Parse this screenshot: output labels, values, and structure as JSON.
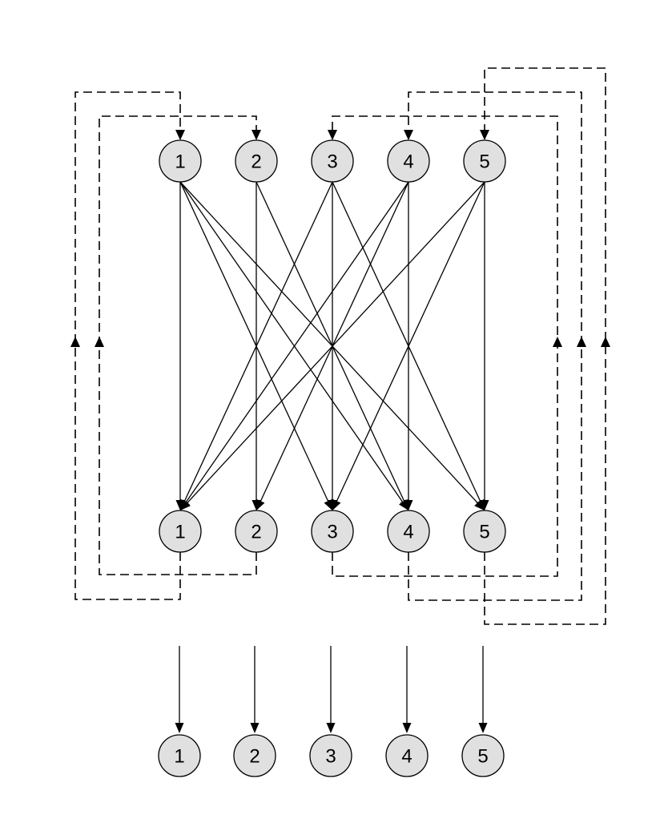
{
  "diagram": {
    "top_nodes": [
      "1",
      "2",
      "3",
      "4",
      "5"
    ],
    "middle_nodes": [
      "1",
      "2",
      "3",
      "4",
      "5"
    ],
    "bottom_nodes": [
      "1",
      "2",
      "3",
      "4",
      "5"
    ],
    "edges": [
      {
        "from": "1",
        "to": "1"
      },
      {
        "from": "1",
        "to": "3"
      },
      {
        "from": "1",
        "to": "4"
      },
      {
        "from": "1",
        "to": "5"
      },
      {
        "from": "2",
        "to": "2"
      },
      {
        "from": "2",
        "to": "4"
      },
      {
        "from": "3",
        "to": "1"
      },
      {
        "from": "3",
        "to": "3"
      },
      {
        "from": "3",
        "to": "5"
      },
      {
        "from": "4",
        "to": "1"
      },
      {
        "from": "4",
        "to": "2"
      },
      {
        "from": "4",
        "to": "4"
      },
      {
        "from": "5",
        "to": "1"
      },
      {
        "from": "5",
        "to": "3"
      },
      {
        "from": "5",
        "to": "5"
      }
    ],
    "feedback_links": [
      {
        "from": "1",
        "to": "1"
      },
      {
        "from": "2",
        "to": "2"
      },
      {
        "from": "3",
        "to": "3"
      },
      {
        "from": "4",
        "to": "4"
      },
      {
        "from": "5",
        "to": "5"
      }
    ],
    "output_arrows": [
      "1",
      "2",
      "3",
      "4",
      "5"
    ]
  }
}
